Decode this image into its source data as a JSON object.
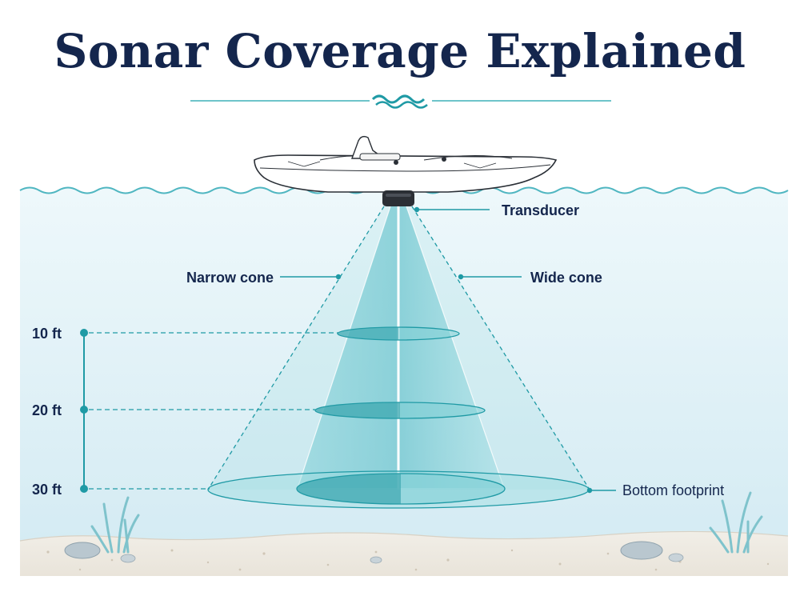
{
  "title": "Sonar Coverage Explained",
  "labels": {
    "transducer": "Transducer",
    "narrow_cone": "Narrow cone",
    "wide_cone": "Wide cone",
    "bottom_footprint": "Bottom footprint"
  },
  "depths": [
    "10 ft",
    "20 ft",
    "30 ft"
  ],
  "colors": {
    "title": "#14264d",
    "water_top": "#e6f4f9",
    "water_bottom": "#d2eaf3",
    "accent": "#1f9aa5",
    "cone_fill": "#7fcfd6",
    "sand": "#eeeae2"
  }
}
